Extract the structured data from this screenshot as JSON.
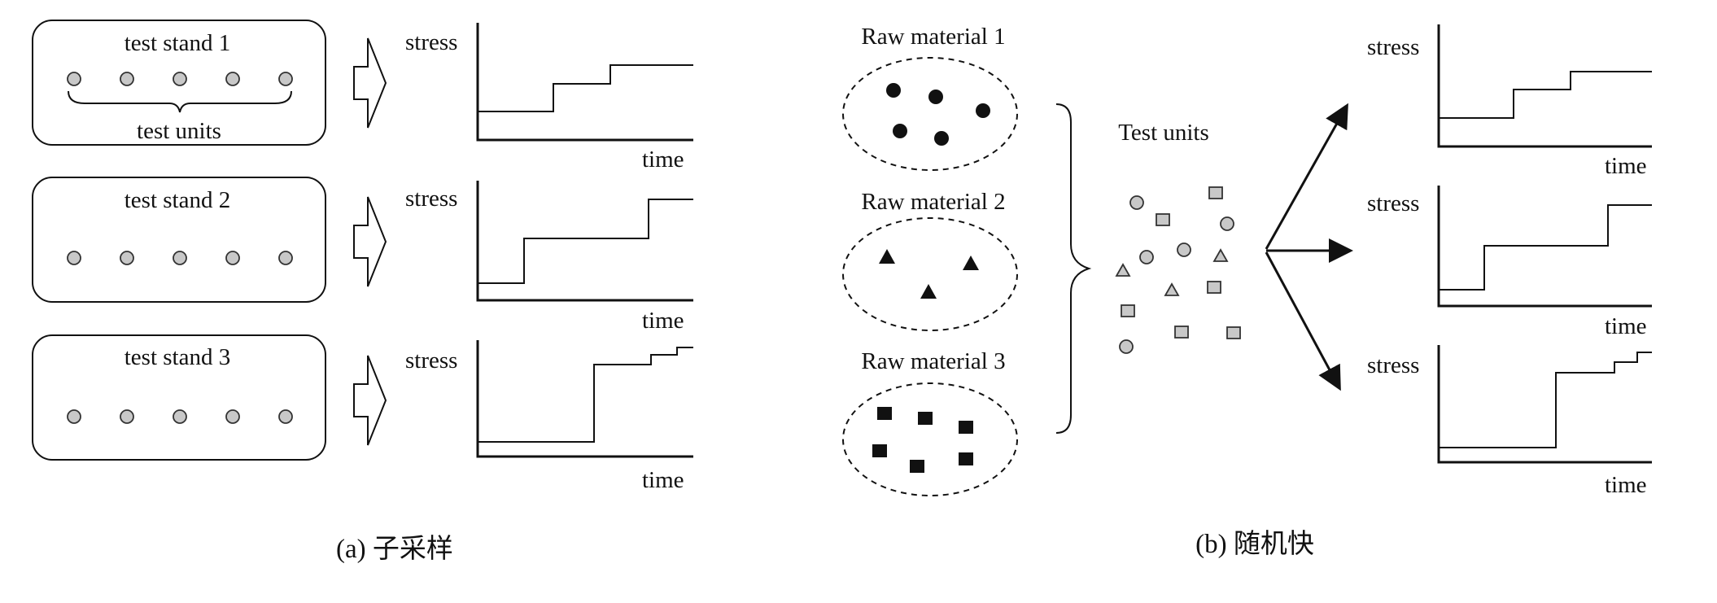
{
  "panel_a": {
    "stands": [
      {
        "label": "test stand 1",
        "brace_label": "test units"
      },
      {
        "label": "test stand 2"
      },
      {
        "label": "test stand 3"
      }
    ],
    "plot_ylabel": "stress",
    "plot_xlabel": "time",
    "caption": "(a) 子采样"
  },
  "panel_b": {
    "materials": [
      {
        "label": "Raw material 1",
        "marker": "filled-circle"
      },
      {
        "label": "Raw material 2",
        "marker": "filled-triangle"
      },
      {
        "label": "Raw material 3",
        "marker": "filled-square"
      }
    ],
    "test_units_label": "Test units",
    "plot_ylabel": "stress",
    "plot_xlabel": "time",
    "caption": "(b) 随机快"
  },
  "colors": {
    "ink": "#111111",
    "unit_fill": "#c8c8c8",
    "background": "#ffffff"
  }
}
